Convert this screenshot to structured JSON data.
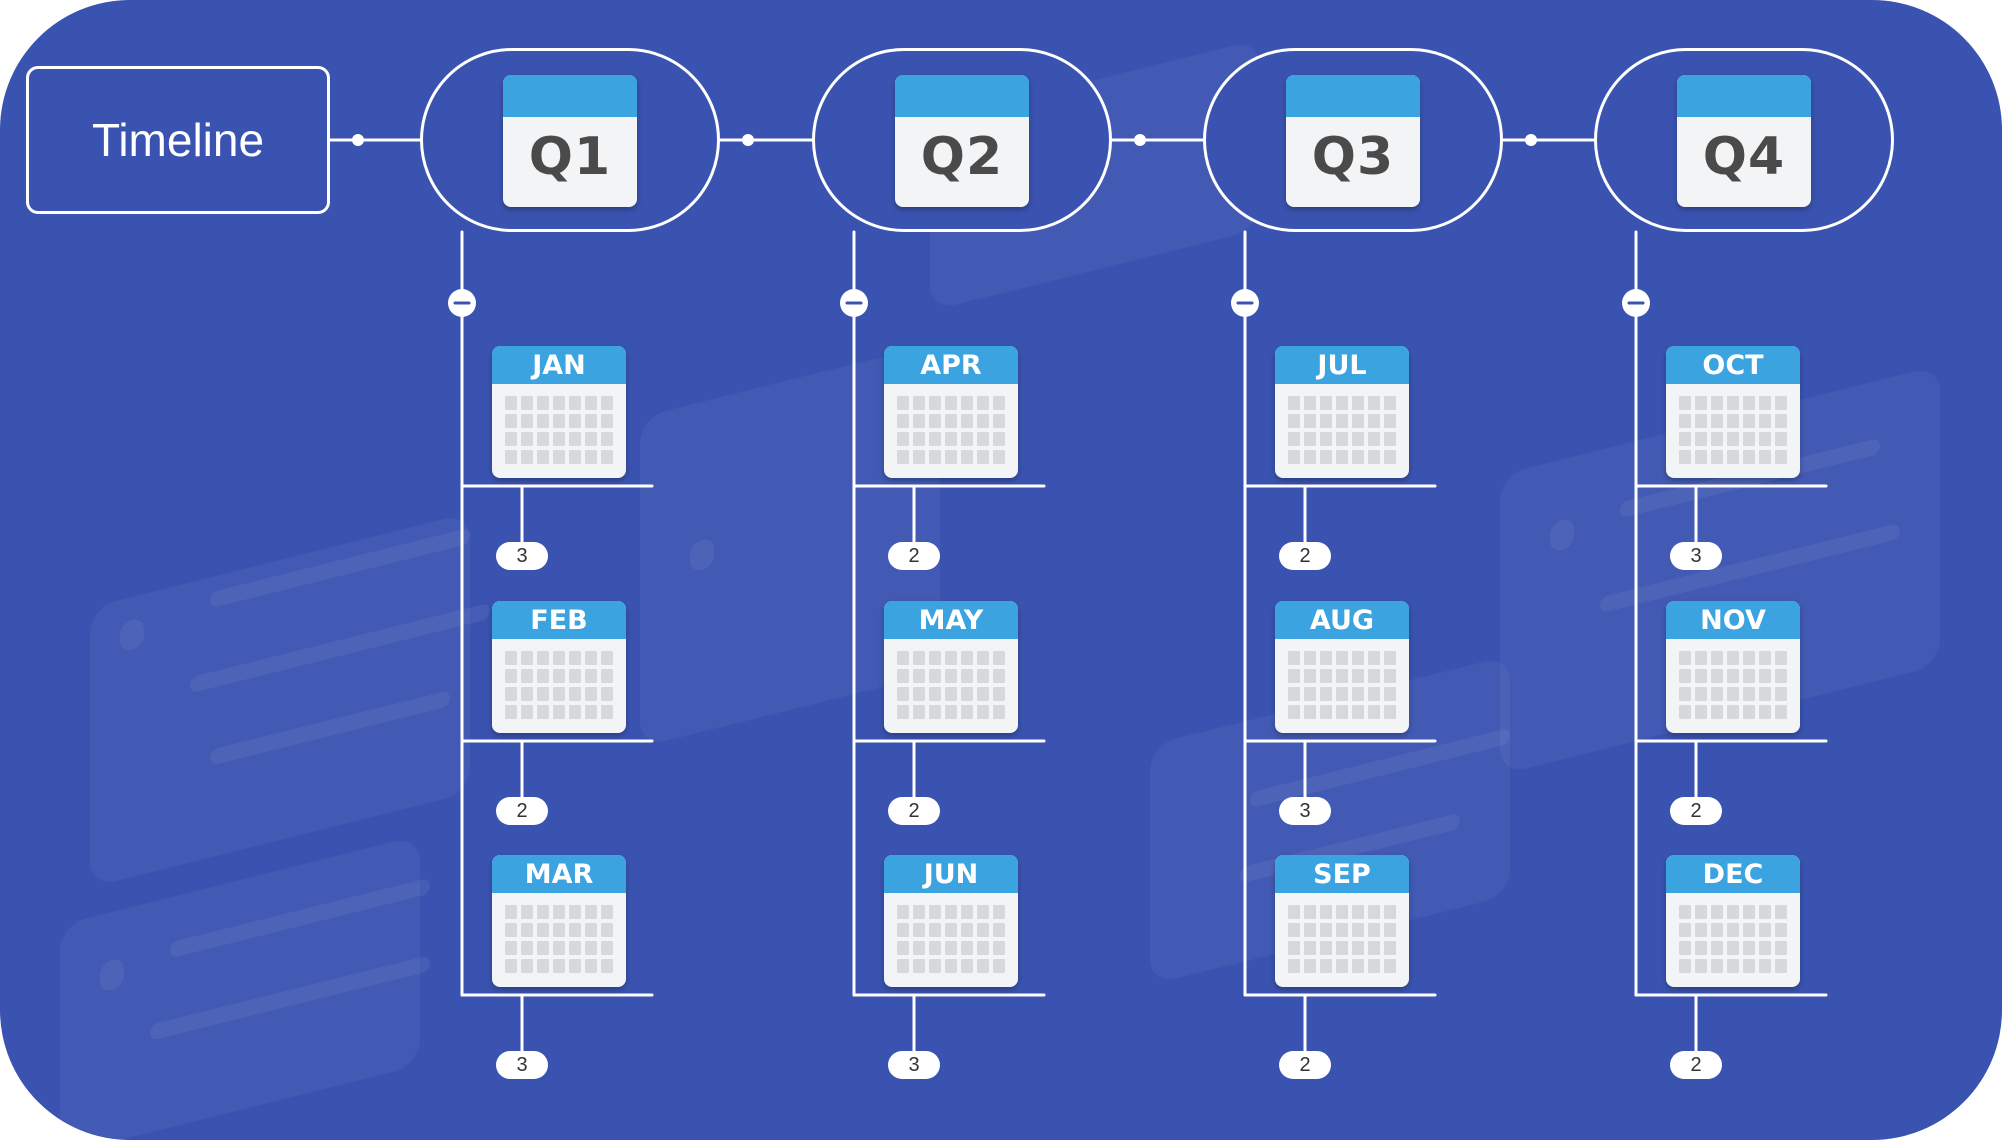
{
  "root": {
    "label": "Timeline"
  },
  "quarters": [
    {
      "label": "Q1",
      "months": [
        {
          "name": "JAN",
          "count": "3"
        },
        {
          "name": "FEB",
          "count": "2"
        },
        {
          "name": "MAR",
          "count": "3"
        }
      ]
    },
    {
      "label": "Q2",
      "months": [
        {
          "name": "APR",
          "count": "2"
        },
        {
          "name": "MAY",
          "count": "2"
        },
        {
          "name": "JUN",
          "count": "3"
        }
      ]
    },
    {
      "label": "Q3",
      "months": [
        {
          "name": "JUL",
          "count": "2"
        },
        {
          "name": "AUG",
          "count": "3"
        },
        {
          "name": "SEP",
          "count": "2"
        }
      ]
    },
    {
      "label": "Q4",
      "months": [
        {
          "name": "OCT",
          "count": "3"
        },
        {
          "name": "NOV",
          "count": "2"
        },
        {
          "name": "DEC",
          "count": "2"
        }
      ]
    }
  ],
  "colors": {
    "background": "#3a53b0",
    "line": "#ffffff",
    "calendar_header": "#3aa3e0",
    "calendar_body": "#f3f4f6",
    "quarter_text": "#4a4a4a"
  },
  "icons": {
    "quarter": "calendar-icon",
    "month": "calendar-icon",
    "collapse": "minus-circle-icon"
  }
}
